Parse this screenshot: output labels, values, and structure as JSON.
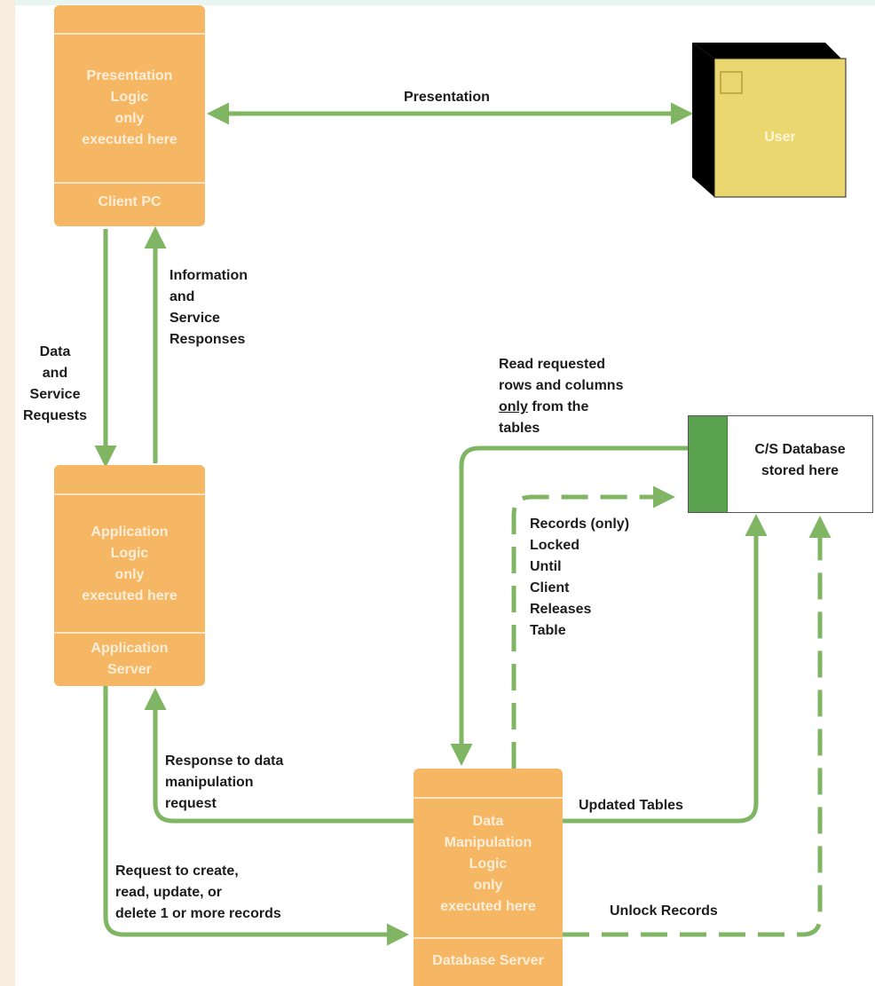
{
  "nodes": {
    "client": {
      "main": [
        "Presentation",
        "Logic",
        "only",
        "executed here"
      ],
      "footer": "Client PC"
    },
    "app_server": {
      "main": [
        "Application",
        "Logic",
        "only",
        "executed here"
      ],
      "footer": [
        "Application",
        "Server"
      ]
    },
    "db_server": {
      "main": [
        "Data",
        "Manipulation",
        "Logic",
        "only",
        "executed here"
      ],
      "footer": "Database Server"
    },
    "user": {
      "label": "User"
    },
    "database": {
      "label": [
        "C/S Database",
        "stored here"
      ]
    }
  },
  "labels": {
    "presentation": "Presentation",
    "info_responses": [
      "Information",
      "and",
      "Service",
      "Responses"
    ],
    "data_requests": [
      "Data",
      "and",
      "Service",
      "Requests"
    ],
    "read_rows": {
      "line1": "Read requested",
      "line2": "rows and columns",
      "line3_underlined": "only",
      "line3_rest": " from the",
      "line4": "tables"
    },
    "records_locked": [
      "Records (only)",
      "Locked",
      "Until",
      "Client",
      "Releases",
      "Table"
    ],
    "response_manip": [
      "Response to data",
      "manipulation",
      "request"
    ],
    "updated_tables": "Updated Tables",
    "request_crud": [
      "Request to create,",
      "read, update, or",
      "delete 1 or more records"
    ],
    "unlock_records": "Unlock Records"
  },
  "colors": {
    "arrow": "#7fb563",
    "node": "#f6b764",
    "node_text": "#fdeed9",
    "user_front": "#ead770",
    "db_accent": "#5aa24f",
    "label_text": "#1c1c1c"
  }
}
